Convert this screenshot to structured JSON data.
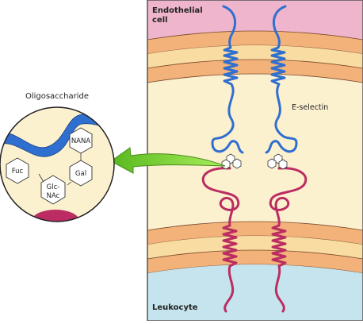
{
  "labels": {
    "endothelial_line1": "Endothelial",
    "endothelial_line2": "cell",
    "leukocyte": "Leukocyte",
    "e_selectin": "E-selectin",
    "oligosaccharide": "Oligosaccharide"
  },
  "sugars": {
    "nana": "NANA",
    "gal": "Gal",
    "fuc": "Fuc",
    "glcnac_line1": "Glc-",
    "glcnac_line2": "NAc"
  },
  "colors": {
    "endothelial_cytoplasm": "#eeb5cc",
    "membrane_outer": "#f2b27a",
    "membrane_inner": "#f9dca2",
    "extracellular": "#fcf1cf",
    "leukocyte_cytoplasm": "#c5e4ee",
    "selectin": "#2f6fd0",
    "ligand": "#bb2d62",
    "arrow": "#7fd733"
  }
}
